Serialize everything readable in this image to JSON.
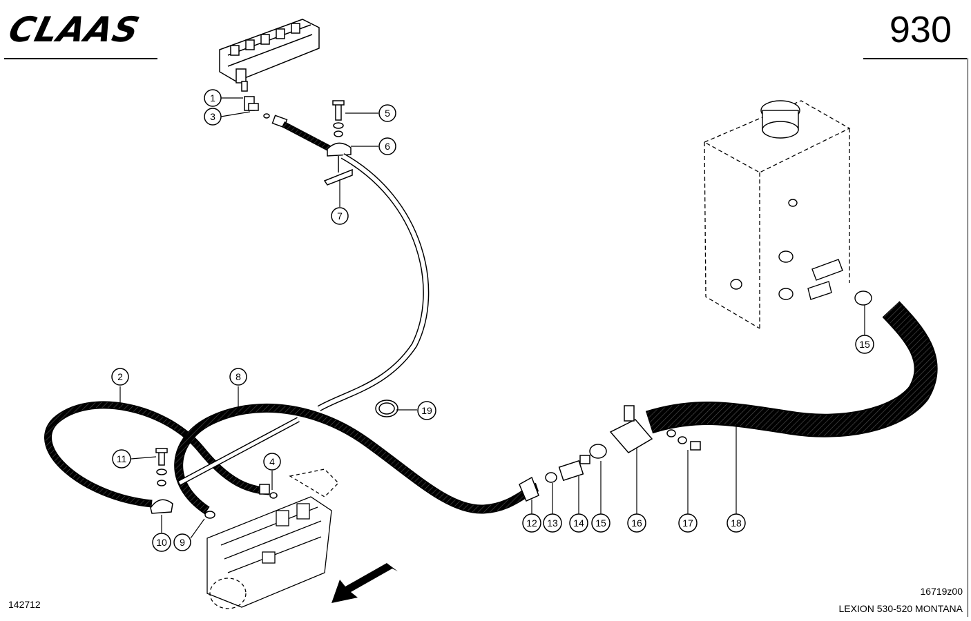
{
  "header": {
    "brand": "CLAAS",
    "page_number": "930"
  },
  "footer": {
    "image_code": "142712",
    "drawing_ref": "16719z00",
    "model": "LEXION 530-520 MONTANA"
  },
  "callouts": [
    "1",
    "2",
    "3",
    "4",
    "5",
    "6",
    "7",
    "8",
    "9",
    "10",
    "11",
    "12",
    "13",
    "14",
    "15",
    "15",
    "16",
    "17",
    "18",
    "19"
  ]
}
